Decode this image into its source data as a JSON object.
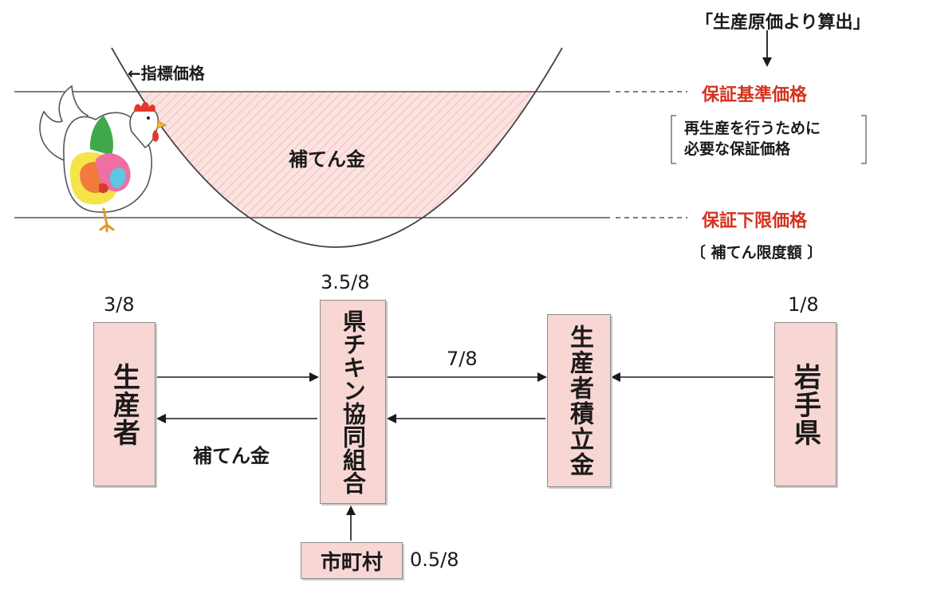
{
  "top": {
    "formula_note": "「生産原価より算出」",
    "index_price_label": "←指標価格",
    "guarantee_base_label": "保証基準価格",
    "guarantee_base_desc_line1": "再生産を行うために",
    "guarantee_base_desc_line2": "必要な保証価格",
    "guarantee_floor_label": "保証下限価格",
    "floor_desc": "〔 補てん限度額 〕",
    "subsidy_area_label": "補てん金"
  },
  "flow": {
    "producer": {
      "label": "生産者",
      "share": "3/8"
    },
    "cooperative": {
      "label": "県チキン協同組合",
      "share": "3.5/8"
    },
    "fund": {
      "label": "生産者積立金"
    },
    "prefecture": {
      "label": "岩手県",
      "share": "1/8"
    },
    "municipality": {
      "label": "市町村",
      "share": "0.5/8"
    },
    "fund_share": "7/8",
    "subsidy_label": "補てん金"
  },
  "colors": {
    "accent_red": "#d5321e",
    "box_fill": "#f8d6d3",
    "hatch_fill": "#fbe1df"
  },
  "icons": {
    "mascot": "chicken-illustration"
  }
}
